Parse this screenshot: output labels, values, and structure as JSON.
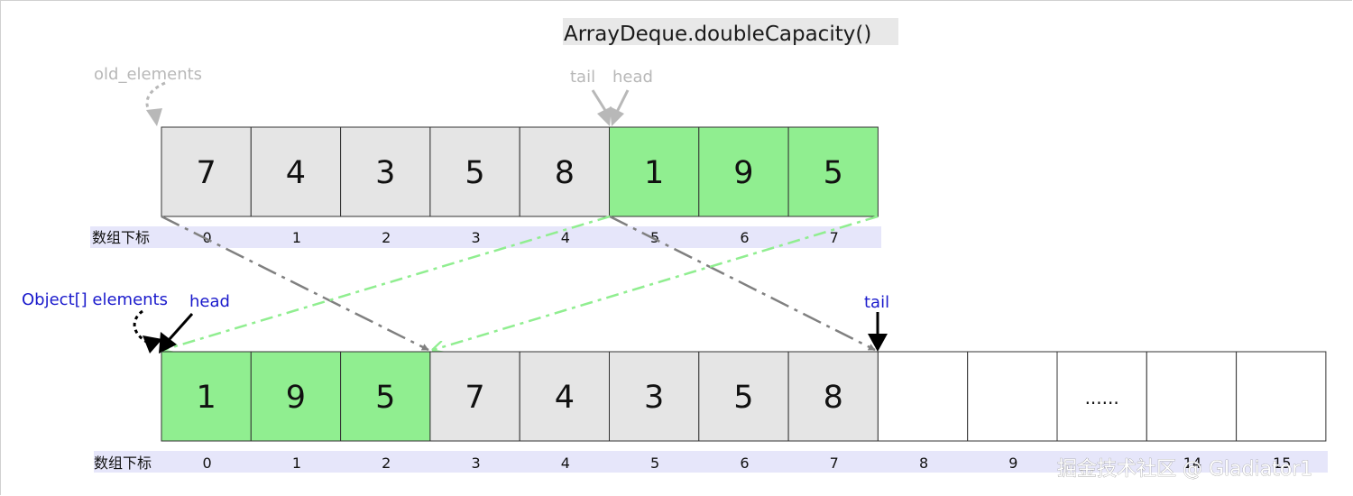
{
  "title": "ArrayDeque.doubleCapacity()",
  "old_array": {
    "label": "old_elements",
    "tail_label": "tail",
    "head_label": "head",
    "values": [
      "7",
      "4",
      "3",
      "5",
      "8",
      "1",
      "9",
      "5"
    ],
    "highlighted": [
      false,
      false,
      false,
      false,
      false,
      true,
      true,
      true
    ],
    "index_label": "数组下标",
    "indices": [
      "0",
      "1",
      "2",
      "3",
      "4",
      "5",
      "6",
      "7"
    ]
  },
  "new_array": {
    "label": "Object[] elements",
    "head_label": "head",
    "tail_label": "tail",
    "values": [
      "1",
      "9",
      "5",
      "7",
      "4",
      "3",
      "5",
      "8",
      "",
      "",
      "......",
      "",
      ""
    ],
    "highlighted": [
      true,
      true,
      true,
      false,
      false,
      false,
      false,
      false,
      false,
      false,
      false,
      false,
      false
    ],
    "filled": [
      true,
      true,
      true,
      true,
      true,
      true,
      true,
      true,
      false,
      false,
      false,
      false,
      false
    ],
    "index_label": "数组下标",
    "indices": [
      "0",
      "1",
      "2",
      "3",
      "4",
      "5",
      "6",
      "7",
      "8",
      "9",
      "",
      "14",
      "15"
    ]
  },
  "watermark": "掘金技术社区 @ Gladiator1",
  "colors": {
    "gray_cell": "#e5e5e5",
    "green_cell": "#90ee90",
    "index_band": "#e6e6fa",
    "gray_arrow": "#808080",
    "green_arrow": "#90ee90",
    "label_gray": "#b8b8b8",
    "label_blue": "#1a1acc"
  }
}
